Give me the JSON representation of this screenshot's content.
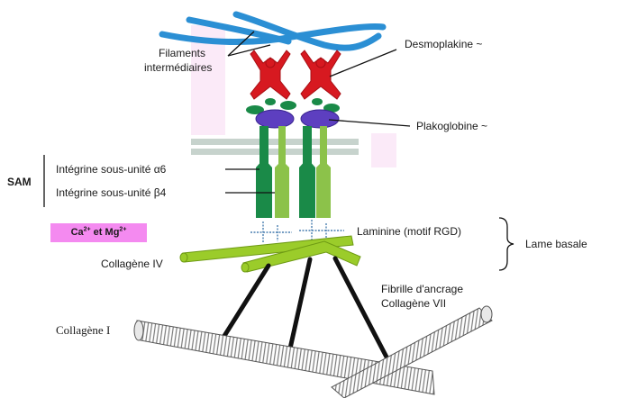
{
  "labels": {
    "filaments": [
      "Filaments",
      "intermédiaires"
    ],
    "desmoplakine": "Desmoplakine ~",
    "plakoglobine": "Plakoglobine ~",
    "sam": "SAM",
    "integrine_a6": "Intégrine sous-unité α6",
    "integrine_b4": "Intégrine sous-unité β4",
    "ions": {
      "ca": "Ca",
      "ca_sup": "2+",
      "and": " et ",
      "mg": "Mg",
      "mg_sup": "2+"
    },
    "laminine": "Laminine (motif RGD)",
    "lame_basale": "Lame basale",
    "collagene_iv": "Collagène IV",
    "fibrille": [
      "Fibrille d'ancrage",
      "Collagène VII"
    ],
    "collagene_i": "Collagène I"
  },
  "colors": {
    "filament_blue": "#2b8fd4",
    "desmoplakin_red": "#d71920",
    "plakoglobin_purple": "#5d3fc0",
    "integrin_dark_green": "#1a8a48",
    "integrin_light_green": "#8cc24a",
    "membrane_gray": "#c7d3cd",
    "collagen_iv_green": "#9bcc2a",
    "ion_box_pink": "#f48af0",
    "anchor_black": "#111111"
  }
}
